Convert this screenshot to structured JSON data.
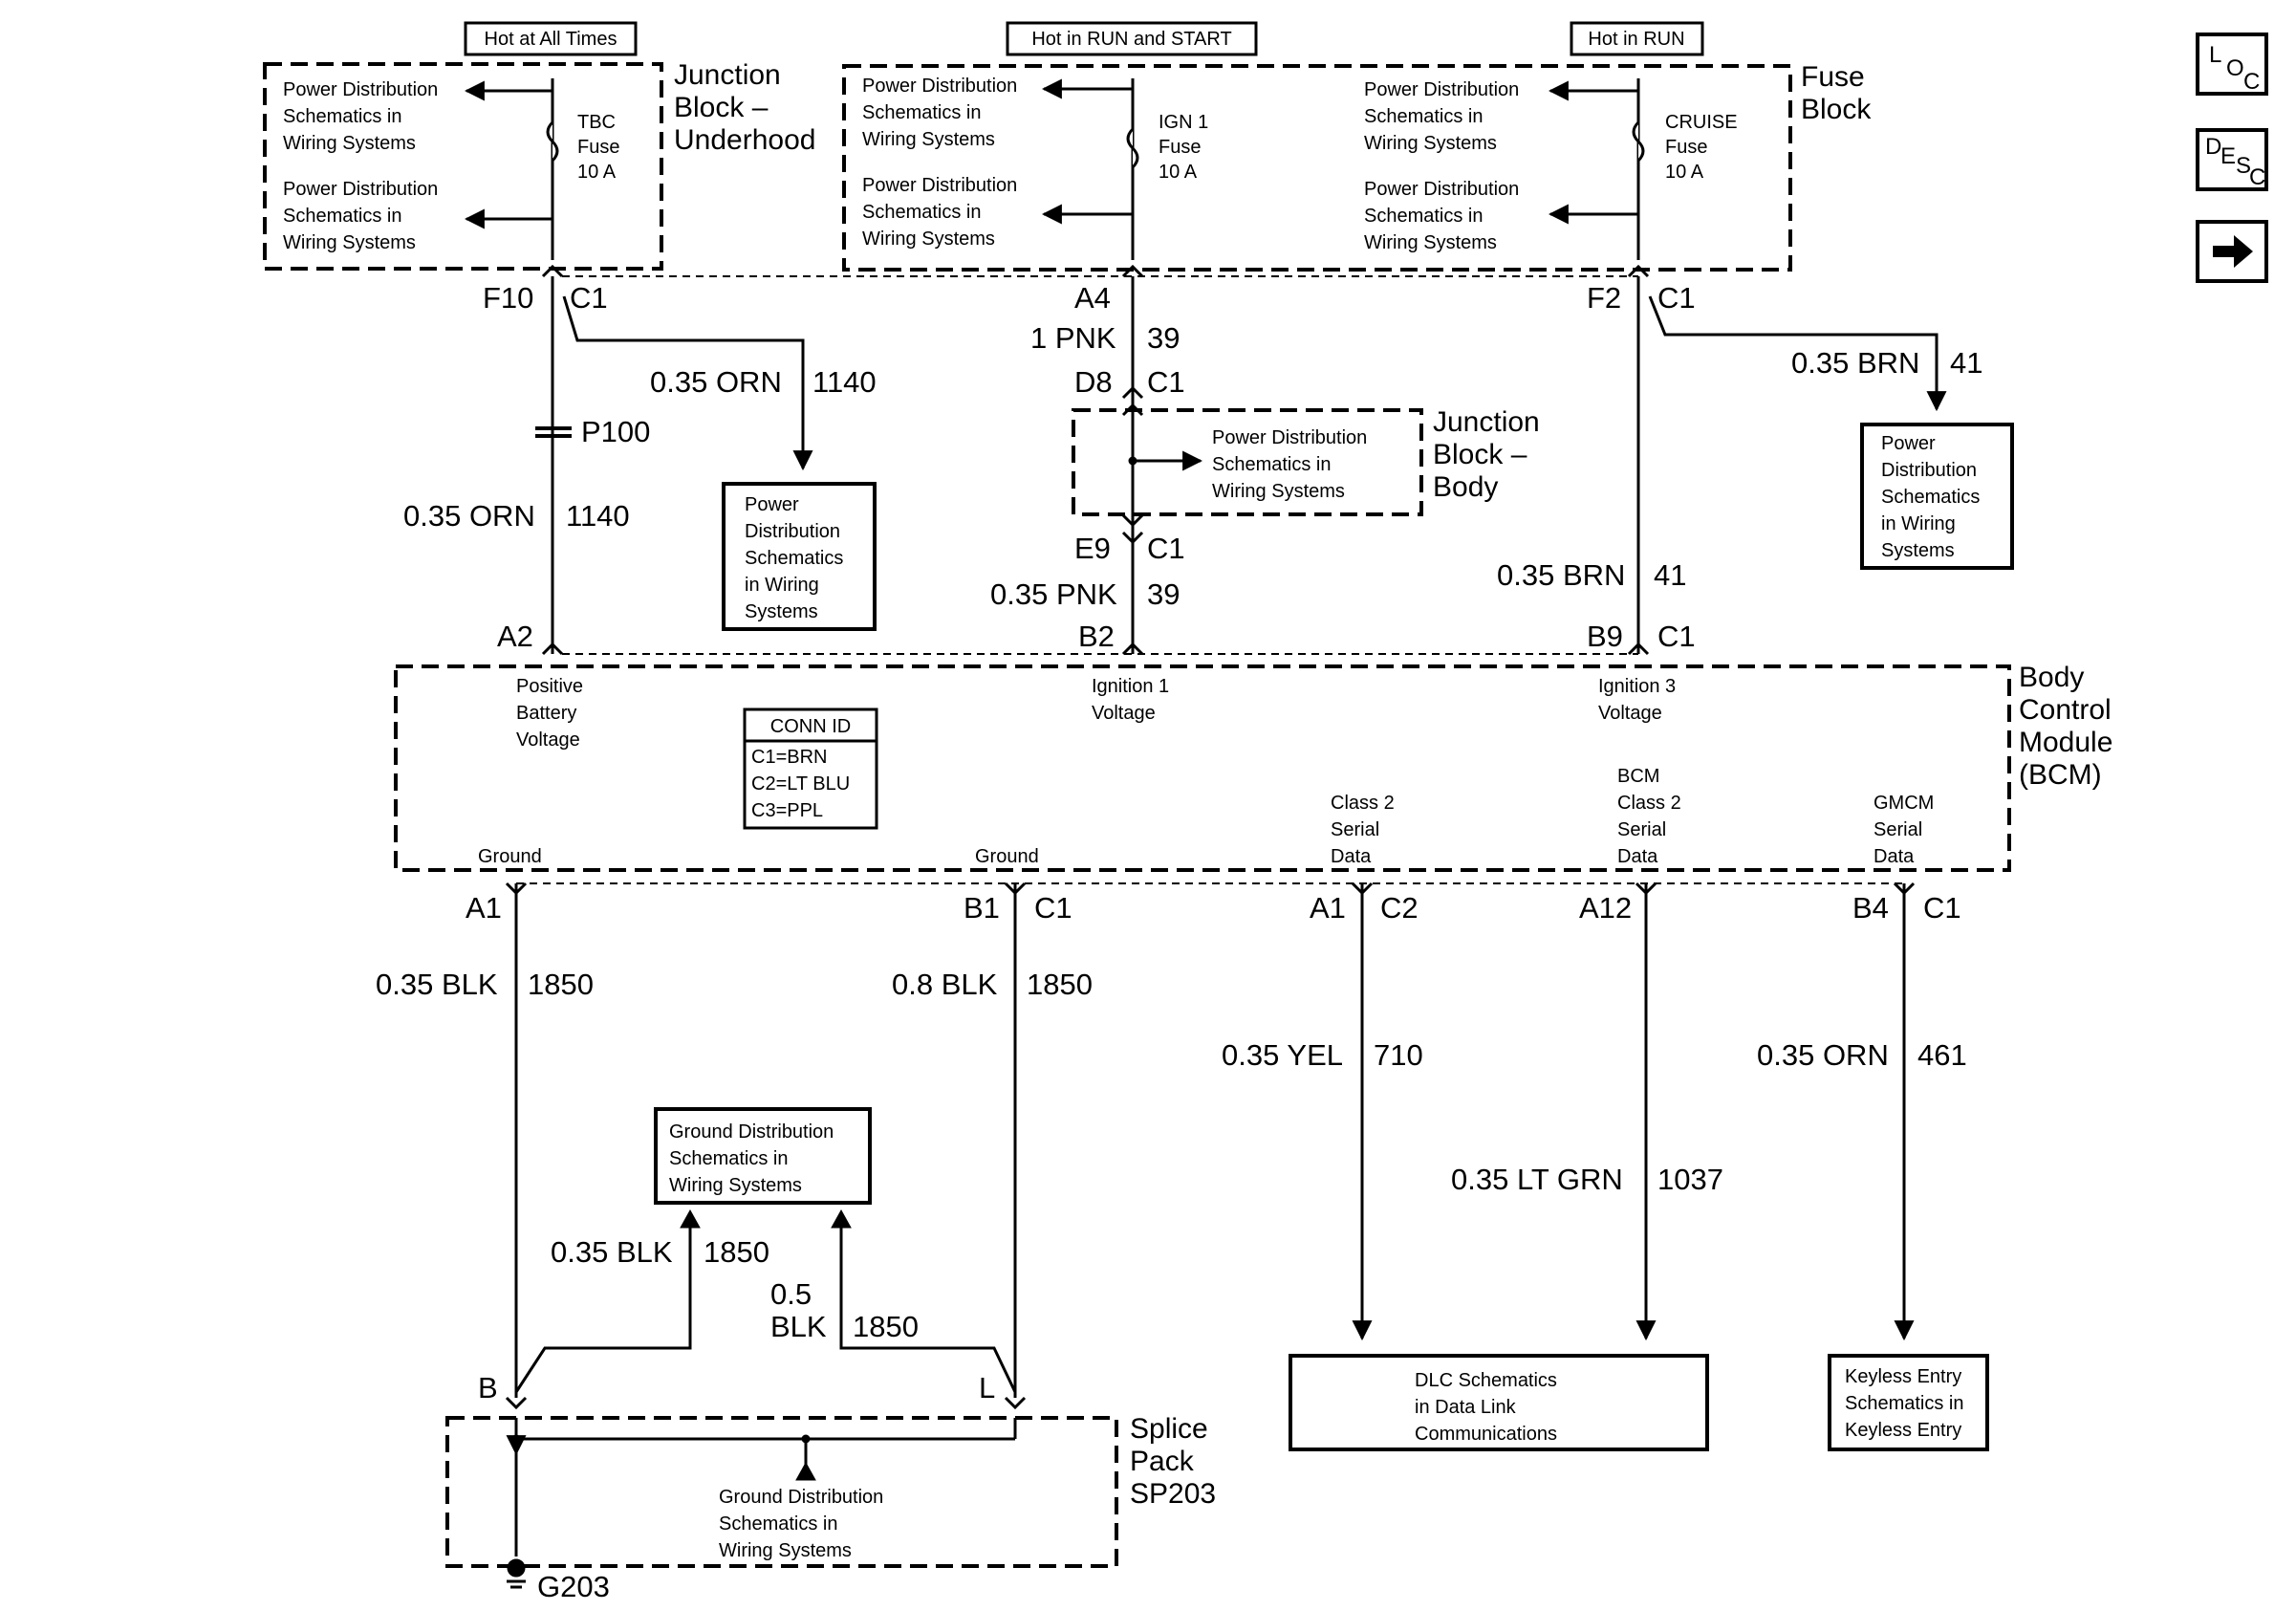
{
  "power": {
    "hot_all_times": "Hot at All Times",
    "hot_run_start": "Hot in RUN and START",
    "hot_run": "Hot in RUN"
  },
  "modules": {
    "junction_underhood": [
      "Junction",
      "Block –",
      "Underhood"
    ],
    "fuse_block": [
      "Fuse",
      "Block"
    ],
    "junction_body": [
      "Junction",
      "Block –",
      "Body"
    ],
    "bcm": [
      "Body",
      "Control",
      "Module",
      "(BCM)"
    ],
    "splice_pack": [
      "Splice",
      "Pack",
      "SP203"
    ]
  },
  "fuses": {
    "tbc": [
      "TBC",
      "Fuse",
      "10 A"
    ],
    "ign1": [
      "IGN 1",
      "Fuse",
      "10 A"
    ],
    "cruise": [
      "CRUISE",
      "Fuse",
      "10 A"
    ]
  },
  "refs": {
    "power_dist_3": [
      "Power Distribution",
      "Schematics in",
      "Wiring Systems"
    ],
    "power_dist_5": [
      "Power",
      "Distribution",
      "Schematics",
      "in Wiring",
      "Systems"
    ],
    "ground_dist": [
      "Ground Distribution",
      "Schematics in",
      "Wiring Systems"
    ],
    "dlc": [
      "DLC Schematics",
      "in Data Link",
      "Communications"
    ],
    "keyless": [
      "Keyless Entry",
      "Schematics in",
      "Keyless Entry"
    ]
  },
  "pins": {
    "f10": "F10",
    "c1": "C1",
    "c2": "C2",
    "a4": "A4",
    "d8": "D8",
    "e9": "E9",
    "f2": "F2",
    "a2": "A2",
    "b2": "B2",
    "b9": "B9",
    "a1": "A1",
    "b1": "B1",
    "a12": "A12",
    "b4": "B4",
    "p100": "P100",
    "splice_b": "B",
    "splice_l": "L",
    "g203": "G203"
  },
  "wires": {
    "orn_1140": [
      "0.35 ORN",
      "1140"
    ],
    "pnk1_39": [
      "1 PNK",
      "39"
    ],
    "pnk035_39": [
      "0.35 PNK",
      "39"
    ],
    "brn_41": [
      "0.35 BRN",
      "41"
    ],
    "blk035_1850": [
      "0.35 BLK",
      "1850"
    ],
    "blk08_1850": [
      "0.8 BLK",
      "1850"
    ],
    "blk05": [
      "0.5",
      "BLK",
      "1850"
    ],
    "yel_710": [
      "0.35 YEL",
      "710"
    ],
    "ltgrn_1037": [
      "0.35 LT GRN",
      "1037"
    ],
    "orn_461": [
      "0.35 ORN",
      "461"
    ]
  },
  "bcm_pins": {
    "pos_batt": [
      "Positive",
      "Battery",
      "Voltage"
    ],
    "ign1": [
      "Ignition 1",
      "Voltage"
    ],
    "ign3": [
      "Ignition 3",
      "Voltage"
    ],
    "ground": "Ground",
    "class2": [
      "Class 2",
      "Serial",
      "Data"
    ],
    "bcm_class2": [
      "BCM",
      "Class 2",
      "Serial",
      "Data"
    ],
    "gmcm": [
      "GMCM",
      "Serial",
      "Data"
    ]
  },
  "conn_id": {
    "title": "CONN ID",
    "rows": [
      "C1=BRN",
      "C2=LT BLU",
      "C3=PPL"
    ]
  },
  "nav": {
    "loc": [
      "L",
      "O",
      "C"
    ],
    "desc": [
      "D",
      "E",
      "S",
      "C"
    ],
    "arrow_icon": "right-arrow-icon"
  }
}
